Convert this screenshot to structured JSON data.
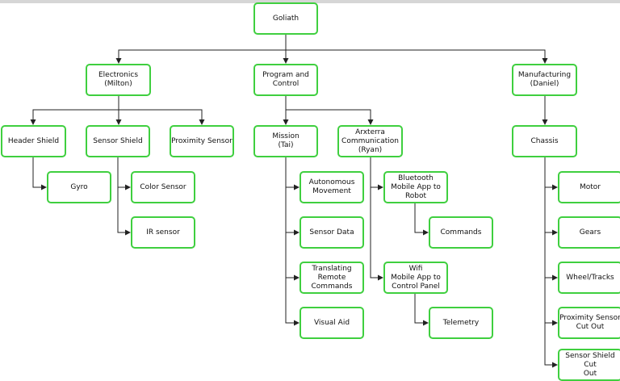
{
  "nodes": {
    "goliath": "Goliath",
    "electronics": "Electronics\n(Milton)",
    "program": "Program and\nControl",
    "manufacturing": "Manufacturing\n(Daniel)",
    "header_shield": "Header Shield",
    "sensor_shield": "Sensor Shield",
    "proximity_sensor": "Proximity Sensor",
    "gyro": "Gyro",
    "color_sensor": "Color Sensor",
    "ir_sensor": "IR sensor",
    "mission": "Mission\n(Tai)",
    "arxterra": "Arxterra\nCommunication\n(Ryan)",
    "autonomous": "Autonomous\nMovement",
    "sensor_data": "Sensor Data",
    "translating": "Translating\nRemote Commands",
    "visual_aid": "Visual Aid",
    "bluetooth": "Bluetooth\nMobile App to\nRobot",
    "commands": "Commands",
    "wifi": "Wifi\nMobile App to\nControl Panel",
    "telemetry": "Telemetry",
    "chassis": "Chassis",
    "motor": "Motor",
    "gears": "Gears",
    "wheel_tracks": "Wheel/Tracks",
    "proximity_cutout": "Proximity Sensor\nCut Out",
    "sensor_shield_cutout": "Sensor Shield Cut\nOut"
  },
  "colors": {
    "node_border": "#3fcf3f",
    "edge": "#222222"
  }
}
